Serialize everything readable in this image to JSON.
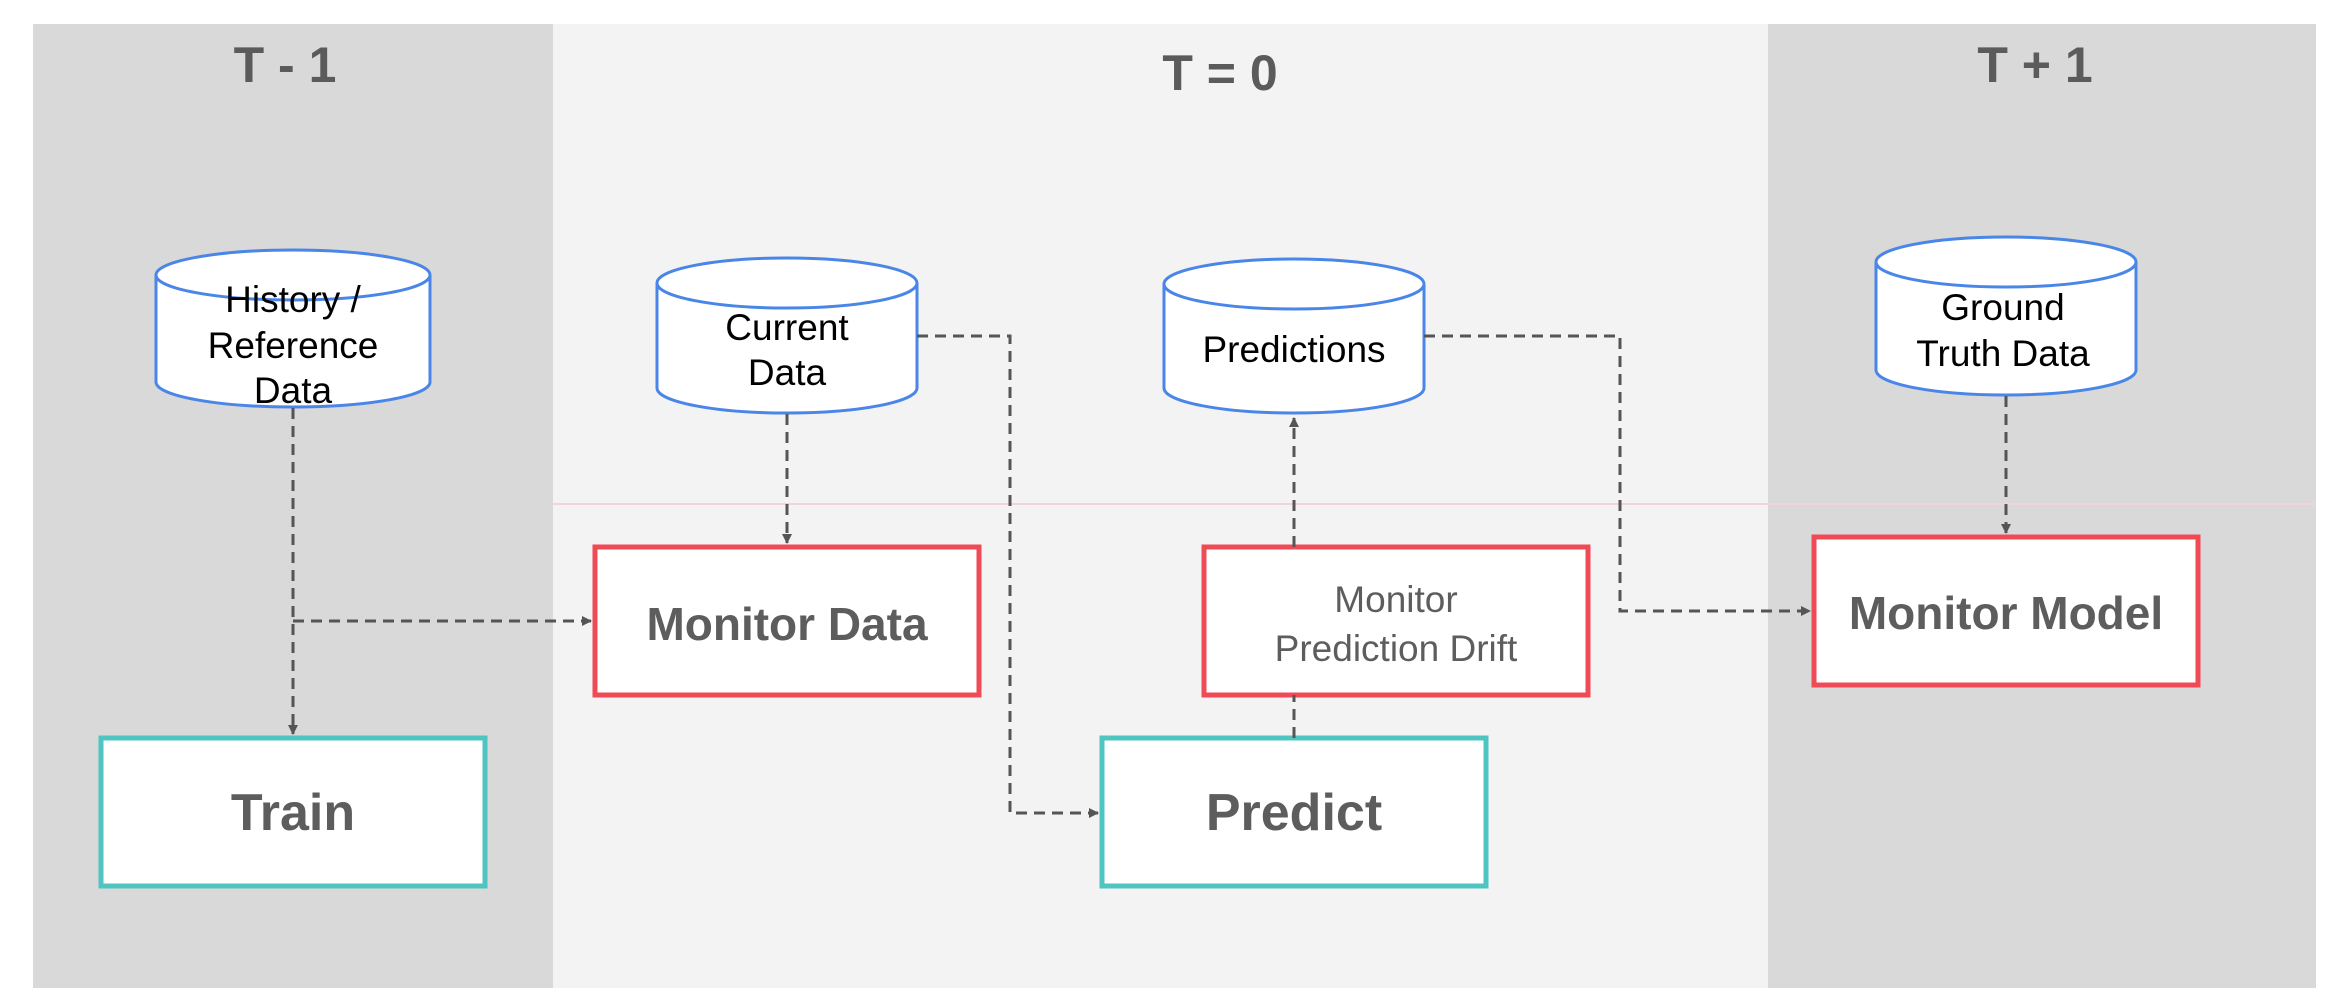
{
  "phases": {
    "past": "T - 1",
    "present": "T = 0",
    "future": "T + 1"
  },
  "data_stores": {
    "history": [
      "History /",
      "Reference",
      "Data"
    ],
    "current": [
      "Current",
      "Data"
    ],
    "predictions": [
      "Predictions"
    ],
    "ground_truth": [
      "Ground",
      "Truth Data"
    ]
  },
  "processes": {
    "train": "Train",
    "monitor_data": "Monitor Data",
    "monitor_prediction_drift": [
      "Monitor",
      "Prediction Drift"
    ],
    "predict": "Predict",
    "monitor_model": "Monitor Model"
  },
  "colors": {
    "side_band": "#d9d9d9",
    "middle_band": "#f3f3f3",
    "cylinder_stroke": "#4a86e8",
    "monitor_stroke": "#f04a57",
    "ml_stroke": "#4fc5c2",
    "arrow": "#555555"
  }
}
